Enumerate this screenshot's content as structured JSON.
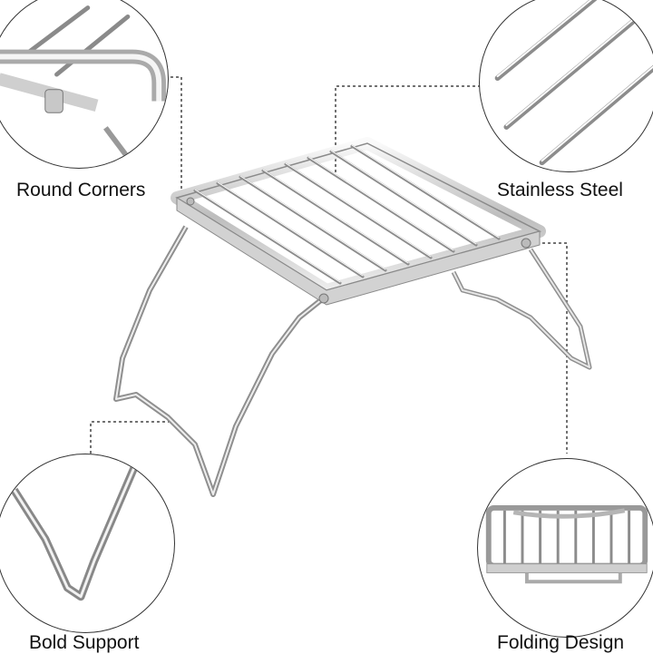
{
  "labels": {
    "top_left": "Round Corners",
    "top_right": "Stainless Steel",
    "bottom_left": "Bold Support",
    "bottom_right": "Folding Design"
  },
  "colors": {
    "steel_light": "#f2f2f2",
    "steel_mid": "#c9c9c9",
    "steel_dark": "#8a8a8a",
    "outline": "#333333",
    "leader": "#444444"
  }
}
